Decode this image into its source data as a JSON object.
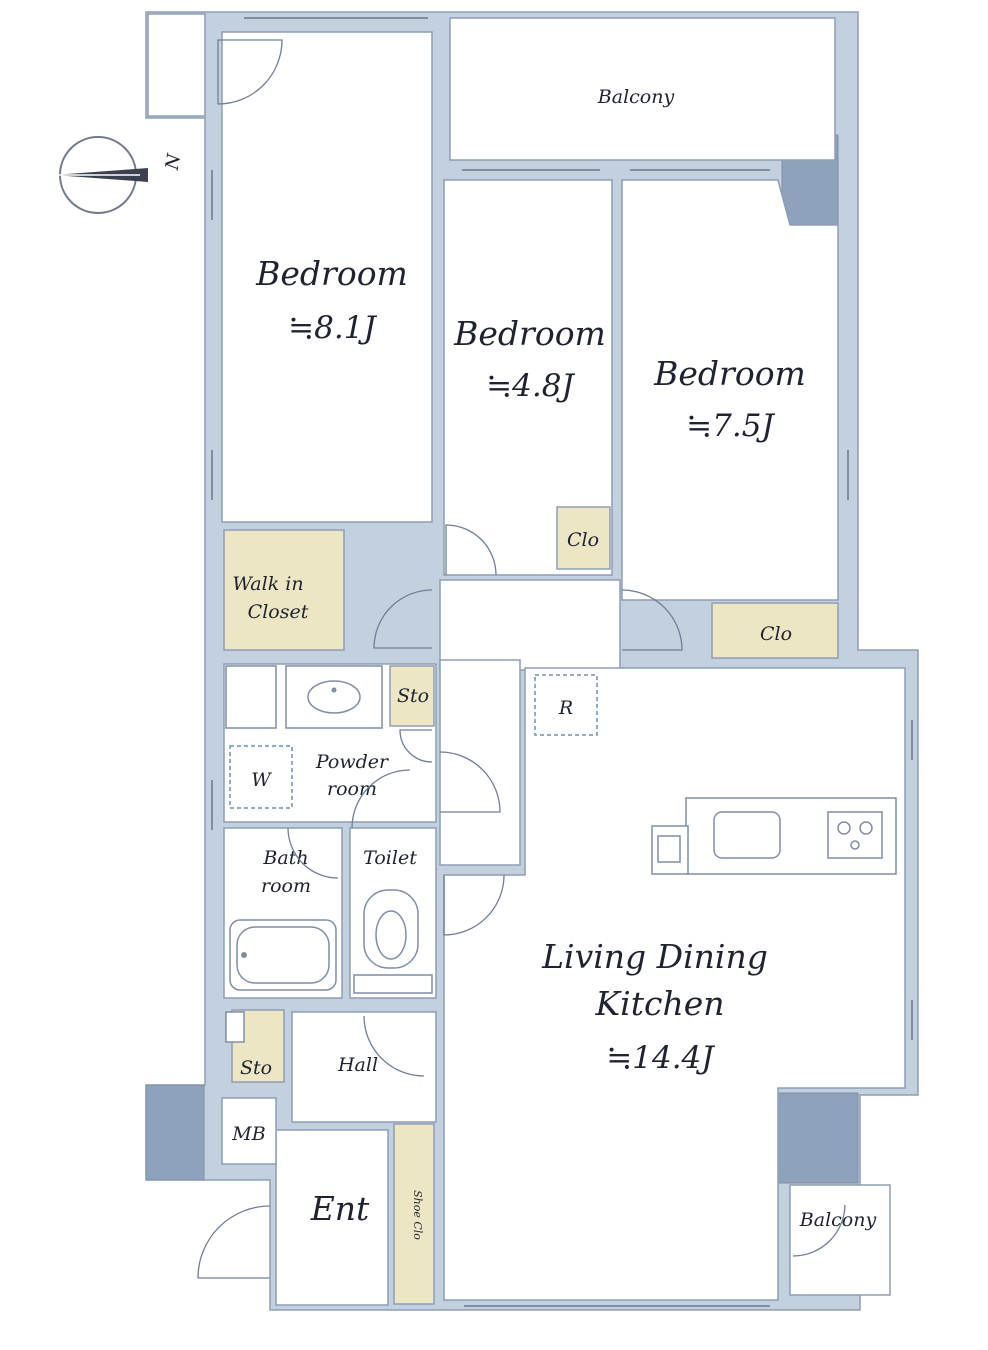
{
  "rooms": {
    "bedroom_1": {
      "label": "Bedroom",
      "area": "≒8.1J"
    },
    "bedroom_2": {
      "label": "Bedroom",
      "area": "≒4.8J"
    },
    "bedroom_3": {
      "label": "Bedroom",
      "area": "≒7.5J"
    },
    "ldk": {
      "label_line1": "Living Dining",
      "label_line2": "Kitchen",
      "area": "≒14.4J"
    },
    "balcony_top": {
      "label": "Balcony"
    },
    "balcony_bottom": {
      "label": "Balcony"
    },
    "walk_in_closet": {
      "label_line1": "Walk in",
      "label_line2": "Closet"
    },
    "closet_1": {
      "label": "Clo"
    },
    "closet_2": {
      "label": "Clo"
    },
    "storage_1": {
      "label": "Sto"
    },
    "storage_2": {
      "label": "Sto"
    },
    "powder_room": {
      "label_line1": "Powder",
      "label_line2": "room"
    },
    "bath_room": {
      "label_line1": "Bath",
      "label_line2": "room"
    },
    "toilet": {
      "label": "Toilet"
    },
    "hall": {
      "label": "Hall"
    },
    "entrance": {
      "label": "Ent"
    },
    "shoe_closet": {
      "label": "Shoe Clo"
    },
    "meter_box": {
      "label": "MB"
    },
    "washer_space": {
      "label": "W"
    },
    "refrigerator_space": {
      "label": "R"
    }
  },
  "compass": {
    "label": "N",
    "icon": "north-arrow-icon"
  },
  "colors": {
    "wall": "#c3d0de",
    "closet": "#ede6c4",
    "line": "#8e9eb4"
  }
}
